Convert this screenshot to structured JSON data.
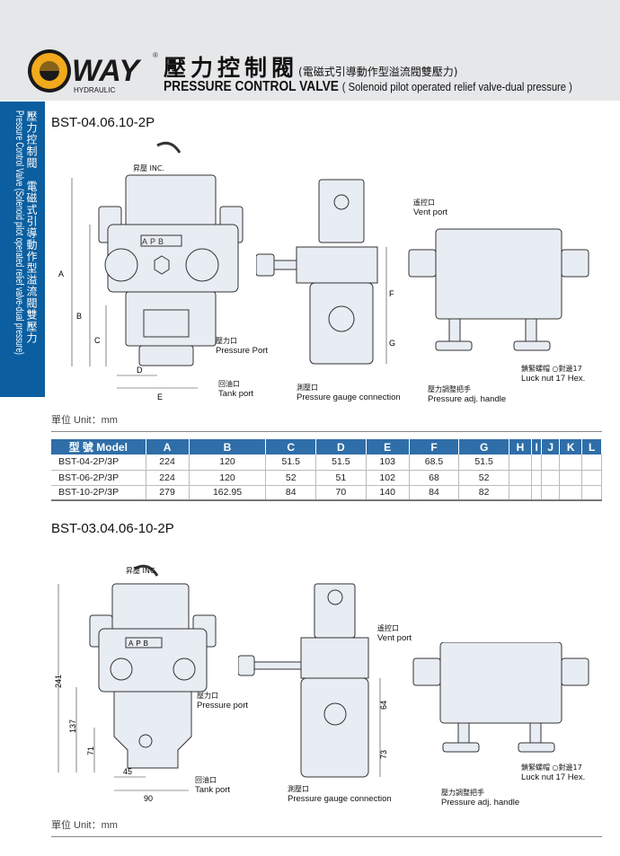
{
  "header": {
    "brand": "WAY",
    "brand_sub": "HYDRAULIC",
    "registered": "®",
    "title_zh": "壓力控制閥",
    "title_zh_sub": "(電磁式引導動作型溢流閥雙壓力)",
    "title_en": "PRESSURE CONTROL VALVE",
    "title_en_sub": "( Solenoid pilot operated relief valve-dual pressure )"
  },
  "sidebar": {
    "zh": "壓力控制閥　電磁式引導動作型溢流閥雙壓力",
    "en": "Pressure Control Valve (Solenoid pilot operated relief valve-dual pressure)"
  },
  "section1": {
    "title": "BST-04.06.10-2P",
    "unit": "單位 Unit：mm",
    "labels": {
      "inc": "昇壓 INC.",
      "pressure_port_zh": "壓力口",
      "pressure_port": "Pressure Port",
      "tank_zh": "回油口",
      "tank": "Tank port",
      "gauge_zh": "測壓口",
      "gauge": "Pressure gauge connection",
      "vent_zh": "遙控口",
      "vent": "Vent port",
      "handle_zh": "壓力調整把手",
      "handle": "Pressure adj. handle",
      "nut_zh": "鎖緊螺帽 ○對邊17",
      "nut": "Luck nut 17 Hex.",
      "plate": "APB"
    },
    "dims": [
      "A",
      "B",
      "C",
      "D",
      "E",
      "F",
      "G"
    ]
  },
  "table": {
    "headers": [
      "型 號 Model",
      "A",
      "B",
      "C",
      "D",
      "E",
      "F",
      "G",
      "H",
      "I",
      "J",
      "K",
      "L"
    ],
    "rows": [
      [
        "BST-04-2P/3P",
        "224",
        "120",
        "51.5",
        "51.5",
        "103",
        "68.5",
        "51.5",
        "",
        "",
        "",
        "",
        ""
      ],
      [
        "BST-06-2P/3P",
        "224",
        "120",
        "52",
        "51",
        "102",
        "68",
        "52",
        "",
        "",
        "",
        "",
        ""
      ],
      [
        "BST-10-2P/3P",
        "279",
        "162.95",
        "84",
        "70",
        "140",
        "84",
        "82",
        "",
        "",
        "",
        "",
        ""
      ]
    ]
  },
  "section2": {
    "title": "BST-03.04.06-10-2P",
    "unit": "單位 Unit：mm",
    "labels": {
      "inc": "昇壓 INC.",
      "pressure_port_zh": "壓力口",
      "pressure_port": "Pressure port",
      "tank_zh": "回油口",
      "tank": "Tank port",
      "gauge_zh": "測壓口",
      "gauge": "Pressure gauge connection",
      "vent_zh": "遙控口",
      "vent": "Vent port",
      "handle_zh": "壓力調整把手",
      "handle": "Pressure adj. handle",
      "nut_zh": "鎖緊螺帽 ○對邊17",
      "nut": "Luck nut 17 Hex.",
      "plate": "APB"
    },
    "dims": [
      "241",
      "137",
      "71",
      "45",
      "90",
      "64",
      "73"
    ]
  }
}
